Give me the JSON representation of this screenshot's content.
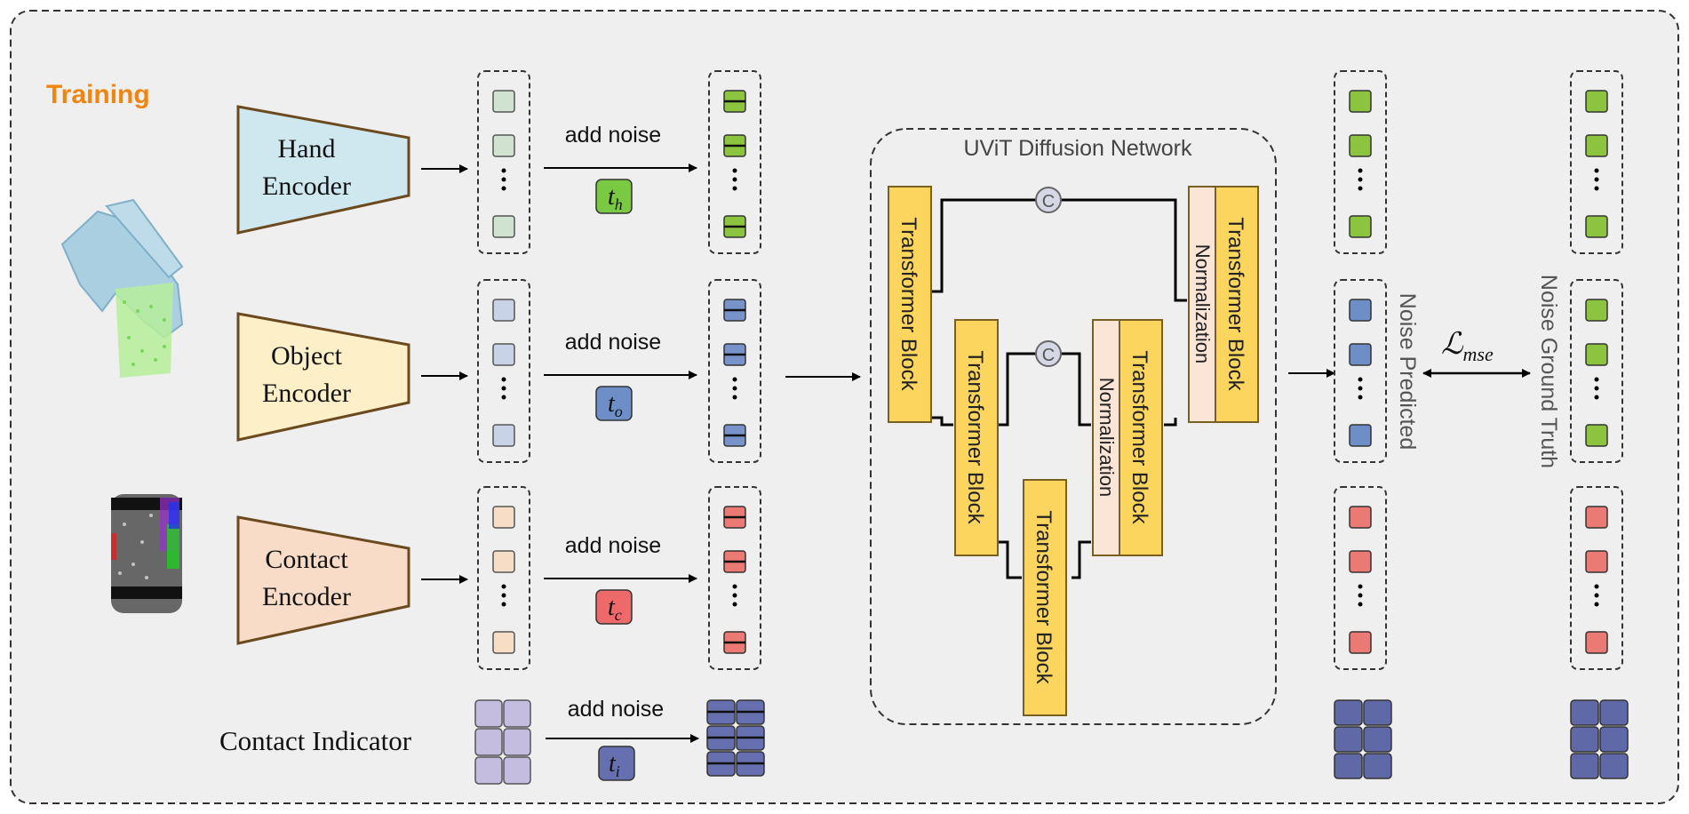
{
  "title": "Training",
  "encoders": [
    {
      "line1": "Hand",
      "line2": "Encoder",
      "fill": "#cfe8f0",
      "noise_label": "add noise",
      "t_base": "t",
      "t_sub": "h",
      "t_color": "#7ac943",
      "token_color": "#cfe3d0",
      "noisy_color": "#8cc43f"
    },
    {
      "line1": "Object",
      "line2": "Encoder",
      "fill": "#fdefc7",
      "noise_label": "add noise",
      "t_base": "t",
      "t_sub": "o",
      "t_color": "#6d8ec6",
      "token_color": "#c9d3e8",
      "noisy_color": "#7793c9"
    },
    {
      "line1": "Contact",
      "line2": "Encoder",
      "fill": "#f9dcc8",
      "noise_label": "add noise",
      "t_base": "t",
      "t_sub": "c",
      "t_color": "#ee6a6a",
      "token_color": "#f8ddc6",
      "noisy_color": "#ea7a73"
    }
  ],
  "contact_indicator": {
    "label": "Contact Indicator",
    "noise_label": "add noise",
    "t_base": "t",
    "t_sub": "i",
    "t_color": "#6670b0",
    "grid_color": "#c4bde0",
    "noisy_color": "#6670b0"
  },
  "uvit": {
    "title": "UViT Diffusion Network",
    "block_label": "Transformer Block",
    "norm_label": "Normalization",
    "concat_symbol": "C"
  },
  "outputs": {
    "predicted_label": "Noise Predicted",
    "ground_truth_label": "Noise Ground Truth",
    "loss_base": "ℒ",
    "loss_sub": "mse",
    "colors": [
      "#8cc43f",
      "#6d8ec6",
      "#ea7a73"
    ],
    "grid_color": "#5f69a8"
  },
  "colors": {
    "panel_bg": "#efefef",
    "block_yellow": "#fcd55f",
    "block_border": "#7a6020",
    "norm_fill": "#fbe5d6",
    "encoder_border": "#6b4a1f",
    "title_orange": "#f0860f"
  }
}
